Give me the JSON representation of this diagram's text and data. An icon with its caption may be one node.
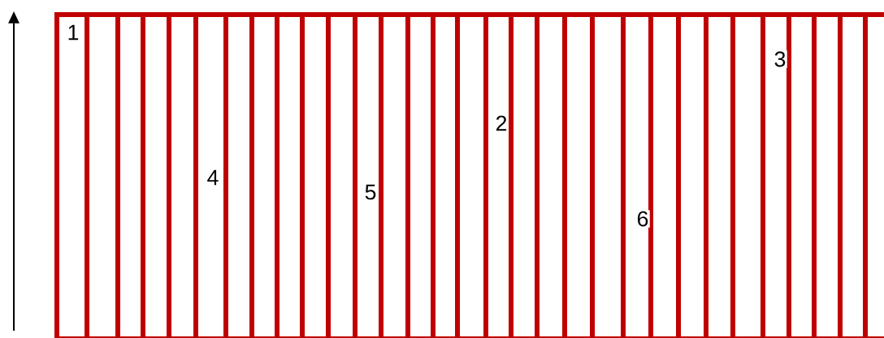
{
  "diagram": {
    "labels": [
      "1",
      "3",
      "2",
      "4",
      "5",
      "6"
    ]
  }
}
